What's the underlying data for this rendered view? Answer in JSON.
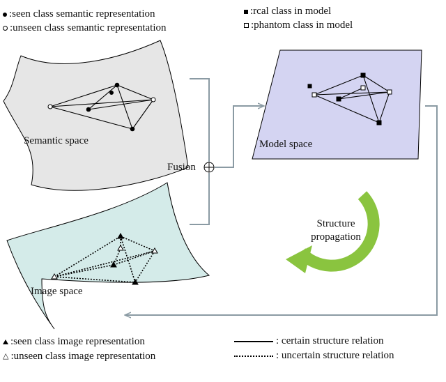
{
  "legend_top_left": [
    {
      "icon": "filled-circle-icon",
      "text": ":seen class semantic representation"
    },
    {
      "icon": "open-circle-icon",
      "text": ":unseen class semantic representation"
    }
  ],
  "legend_top_right": [
    {
      "icon": "filled-square-icon",
      "text": ":rcal class in model"
    },
    {
      "icon": "open-square-icon",
      "text": ":phantom class in model"
    }
  ],
  "legend_bottom_left": [
    {
      "icon": "filled-triangle-icon",
      "text": ":seen class image representation"
    },
    {
      "icon": "open-triangle-icon",
      "text": ":unseen class image representation"
    }
  ],
  "legend_bottom_right": [
    {
      "icon": "solid-line-icon",
      "text": ": certain structure relation"
    },
    {
      "icon": "dotted-line-icon",
      "text": ": uncertain structure relation"
    }
  ],
  "labels": {
    "semantic_space": "Semantic space",
    "model_space": "Model space",
    "image_space": "Image space",
    "fusion": "Fusion",
    "structure_propagation_line1": "Structure",
    "structure_propagation_line2": "propagation"
  },
  "colors": {
    "semantic_fill": "#e6e6e6",
    "model_fill": "#d4d4f2",
    "image_fill": "#d4ebe9",
    "arrow": "#8a9aa3",
    "cycle_green": "#8ac43f"
  }
}
